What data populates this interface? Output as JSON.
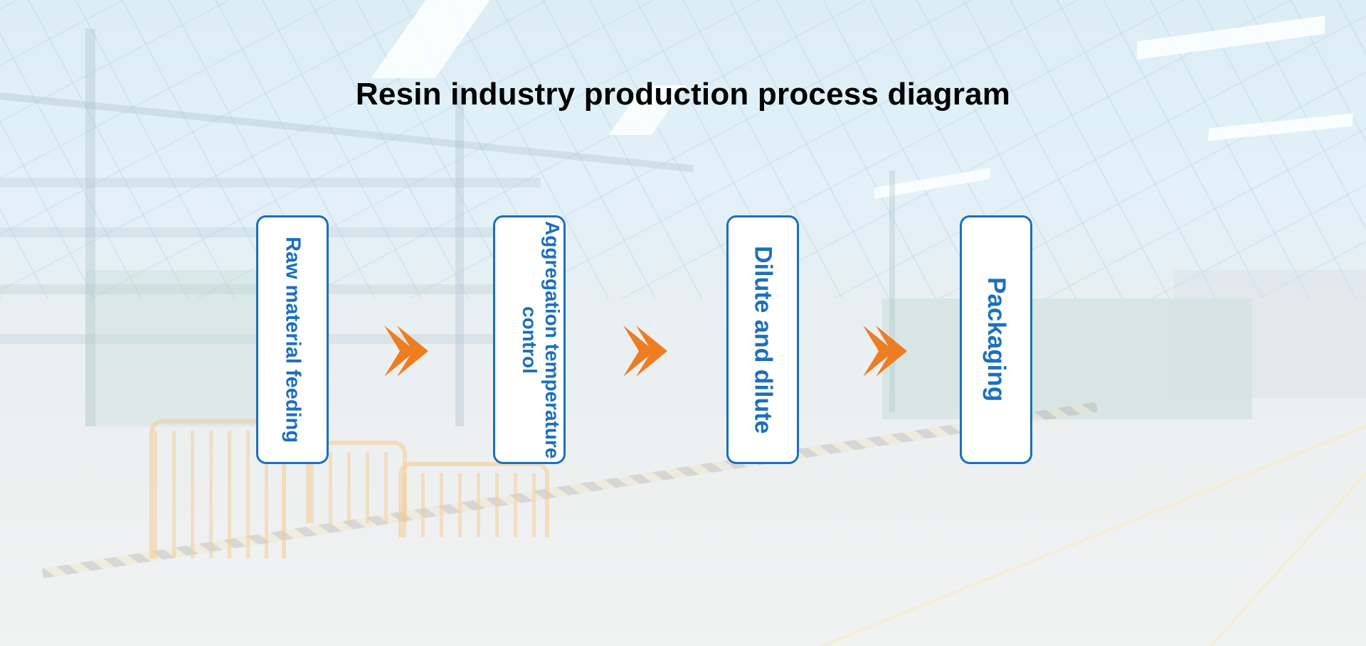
{
  "title": "Resin industry production process diagram",
  "steps": [
    {
      "label": "Raw material feeding"
    },
    {
      "label": "Aggregation temperature control"
    },
    {
      "label": "Dilute and dilute"
    },
    {
      "label": "Packaging"
    }
  ],
  "colors": {
    "step_border": "#1b6fbd",
    "step_text": "#1b6fbd",
    "arrow": "#ee7d22",
    "title": "#000000"
  },
  "icons": {
    "arrow": "double-chevron-right-icon"
  }
}
